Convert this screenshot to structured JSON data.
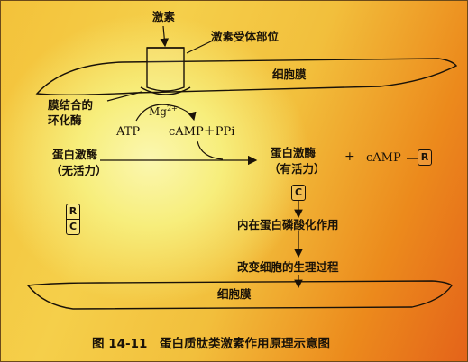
{
  "labels": {
    "hormone": "激素",
    "receptor_site": "激素受体部位",
    "cell_membrane_top": "细胞膜",
    "adenylate_cyclase_line1": "膜结合的",
    "adenylate_cyclase_line2": "环化酶",
    "mg": "Mg",
    "mg_charge": "2+",
    "atp": "ATP",
    "camp_ppi": "cAMP＋PPi",
    "kinase_inactive_line1": "蛋白激酶",
    "kinase_inactive_line2": "（无活力）",
    "kinase_active_line1": "蛋白激酶",
    "kinase_active_line2": "（有活力）",
    "plus": "+",
    "camp_r": "cAMP",
    "r_box": "R",
    "rc_top": "R",
    "rc_bottom": "C",
    "c_box": "C",
    "phosphorylation": "内在蛋白磷酸化作用",
    "physiology_change": "改变细胞的生理过程",
    "cell_membrane_bottom": "细胞膜"
  },
  "caption": {
    "figure_number": "图 14-11",
    "title": "蛋白质肽类激素作用原理示意图"
  }
}
